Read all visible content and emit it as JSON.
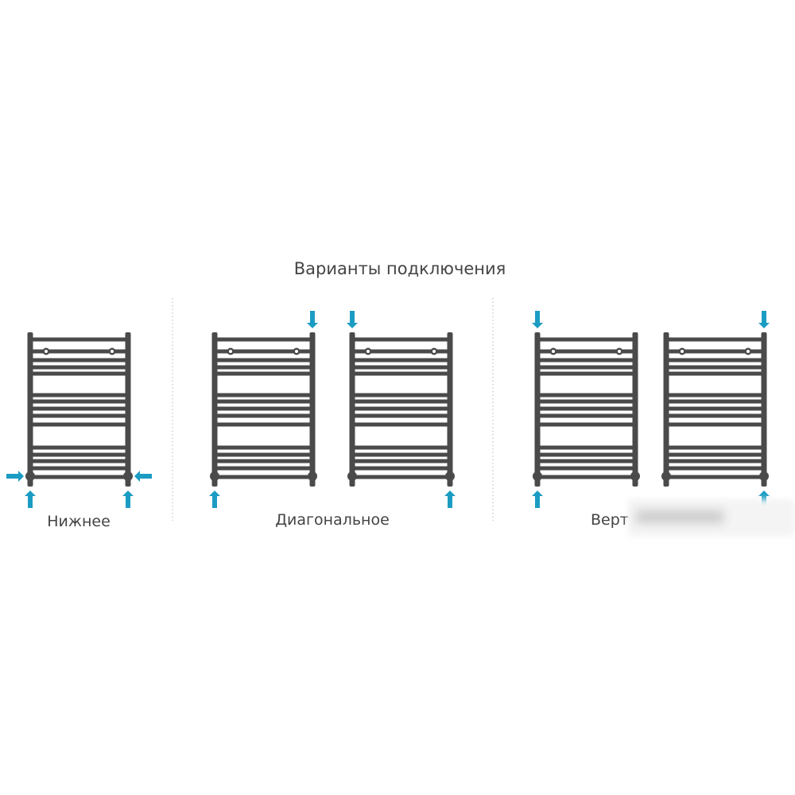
{
  "title": "Варианты подключения",
  "groups": [
    {
      "label": "Нижнее"
    },
    {
      "label": "Диагональное"
    },
    {
      "label": "Верт"
    }
  ],
  "colors": {
    "radiator": "#4a4a4a",
    "arrow": "#1b9cc3",
    "separator": "#cfcfcf"
  },
  "radiators": [
    {
      "group": 0,
      "arrows": [
        "left-in-right",
        "right-in-left",
        "up-left",
        "up-right"
      ]
    },
    {
      "group": 1,
      "arrows": [
        "down-right",
        "up-left"
      ]
    },
    {
      "group": 1,
      "arrows": [
        "down-left",
        "up-right"
      ]
    },
    {
      "group": 2,
      "arrows": [
        "down-left",
        "up-left"
      ]
    },
    {
      "group": 2,
      "arrows": [
        "down-right",
        "up-right"
      ]
    }
  ]
}
